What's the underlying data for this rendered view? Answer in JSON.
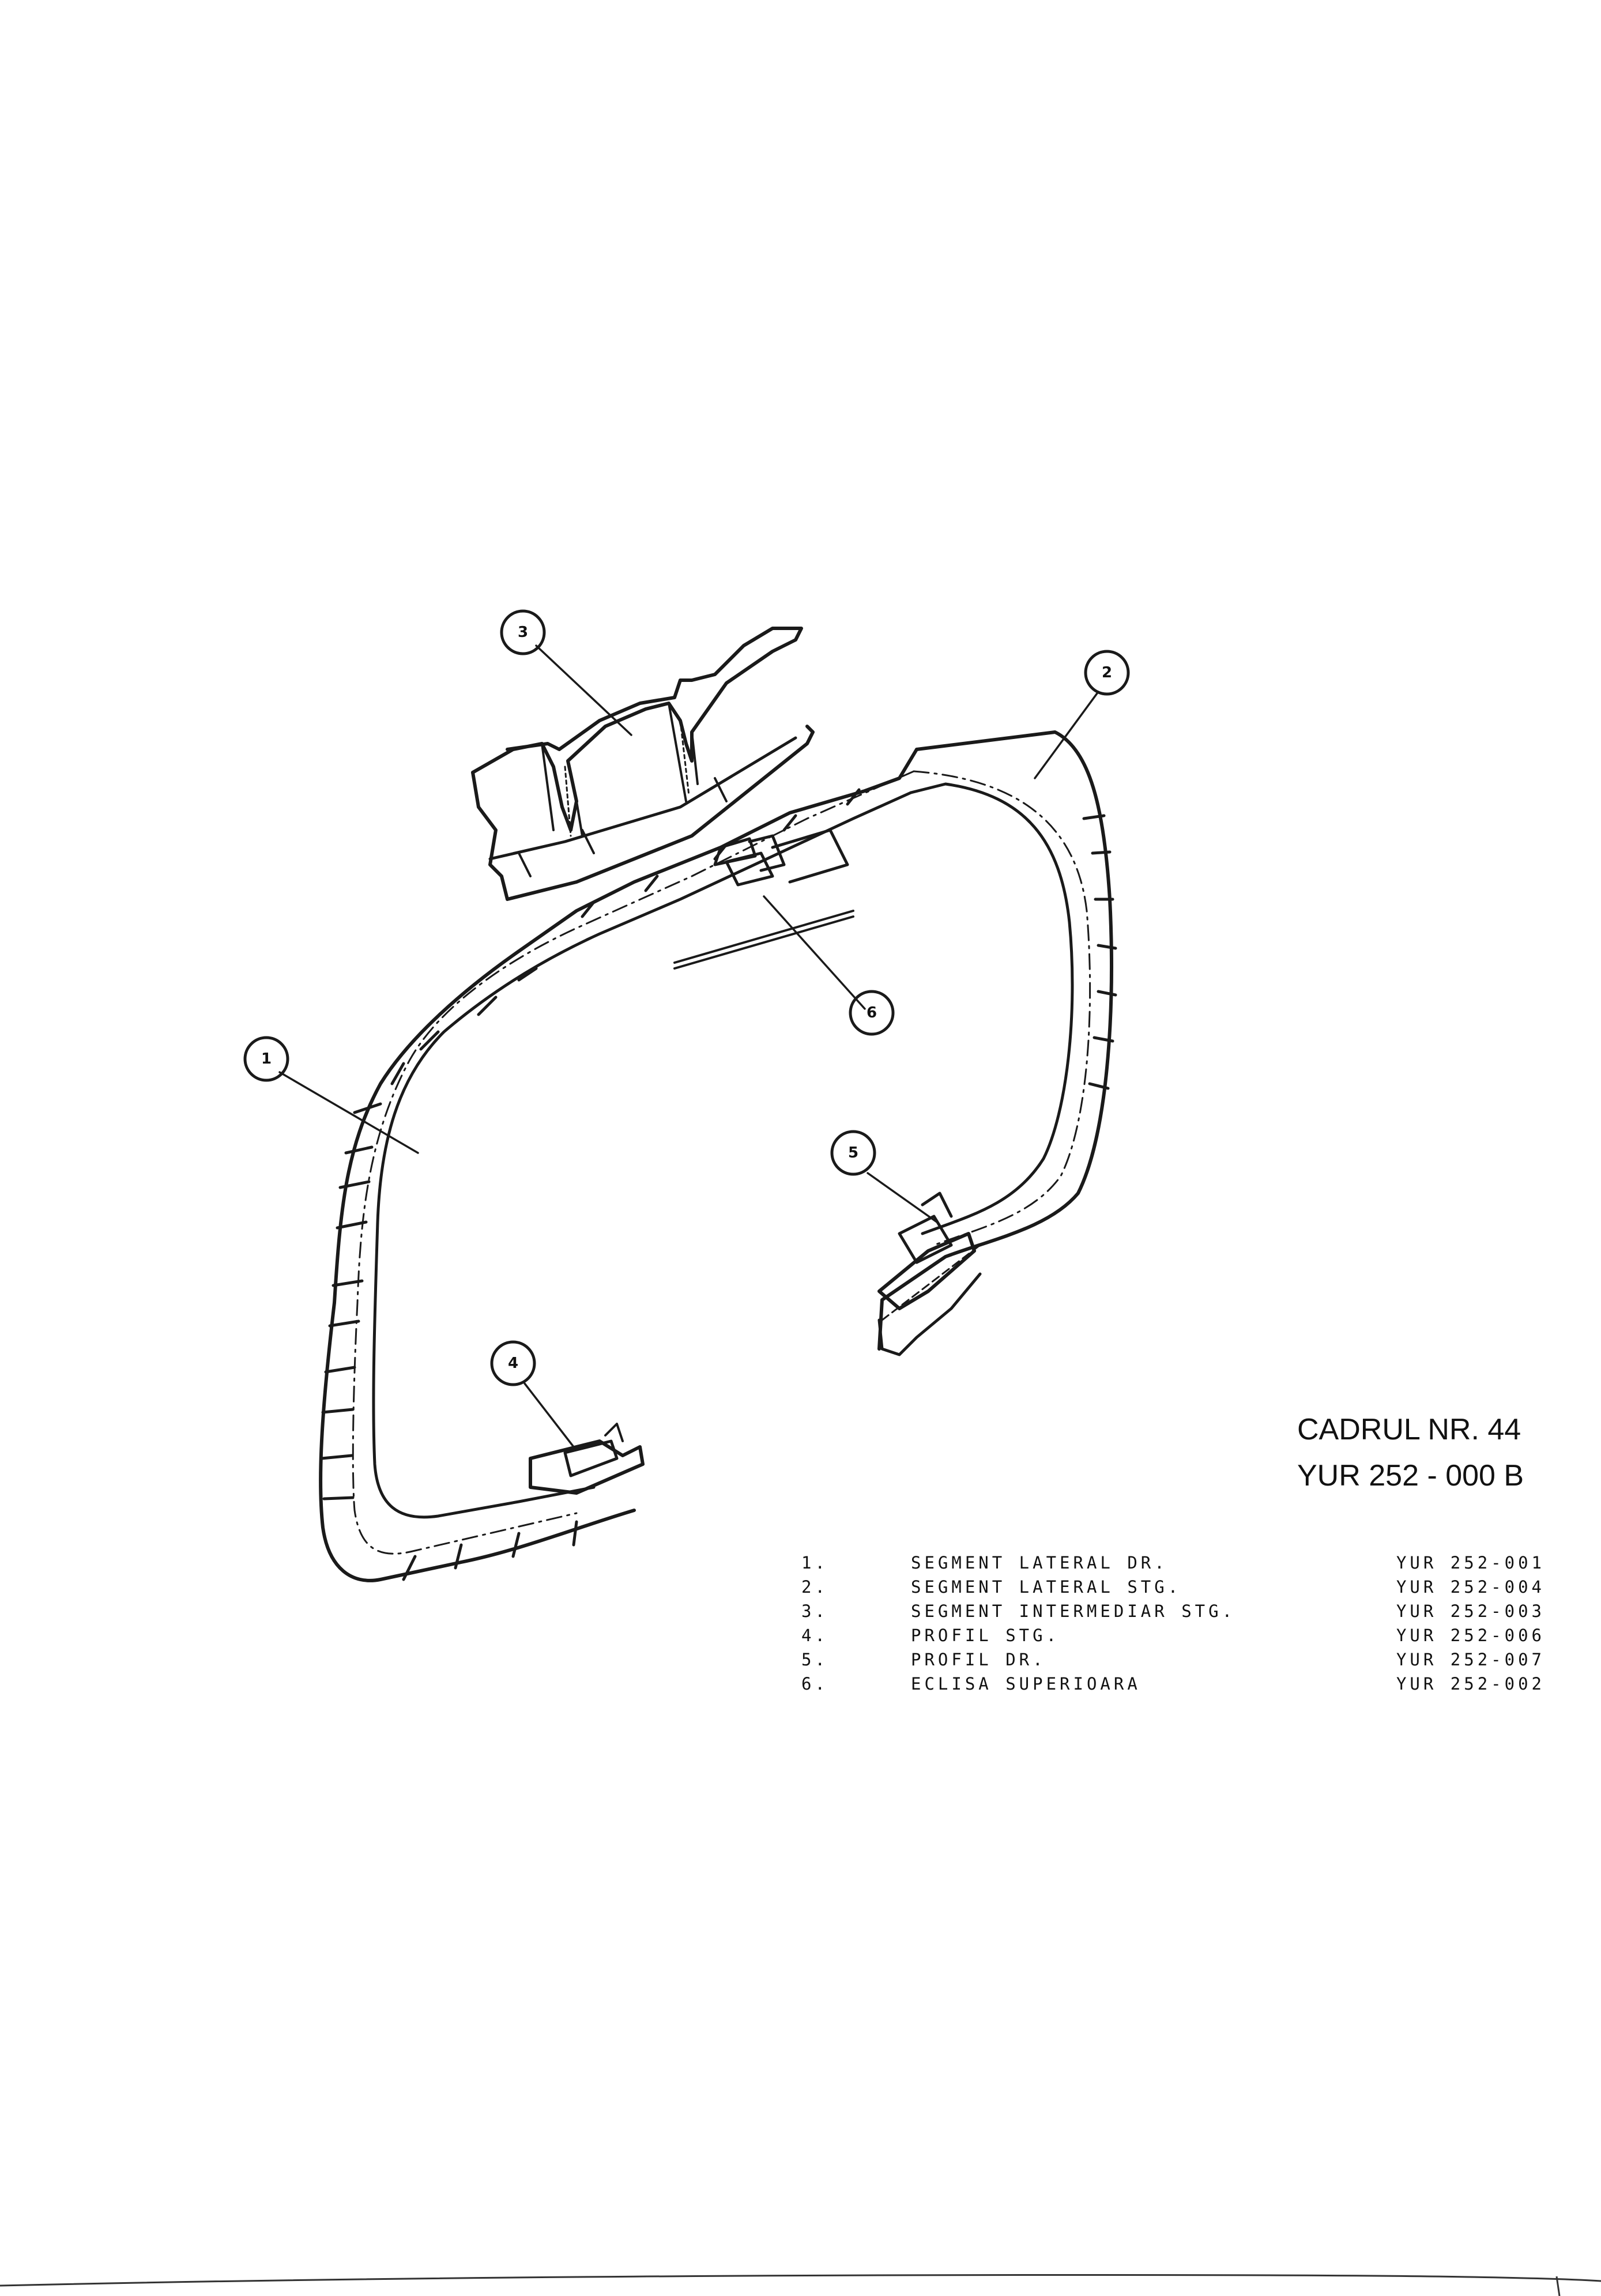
{
  "drawing": {
    "title": "CADRUL NR. 44",
    "code": "YUR 252 - 000  B"
  },
  "callouts": [
    {
      "number": "1"
    },
    {
      "number": "2"
    },
    {
      "number": "3"
    },
    {
      "number": "4"
    },
    {
      "number": "5"
    },
    {
      "number": "6"
    }
  ],
  "parts": [
    {
      "index": "1.",
      "name": "SEGMENT LATERAL DR.",
      "code": "YUR 252-001"
    },
    {
      "index": "2.",
      "name": "SEGMENT LATERAL STG.",
      "code": "YUR 252-004"
    },
    {
      "index": "3.",
      "name": "SEGMENT INTERMEDIAR STG.",
      "code": "YUR 252-003"
    },
    {
      "index": "4.",
      "name": "PROFIL STG.",
      "code": "YUR 252-006"
    },
    {
      "index": "5.",
      "name": "PROFIL DR.",
      "code": "YUR 252-007"
    },
    {
      "index": "6.",
      "name": "ECLISA SUPERIOARA",
      "code": "YUR 252-002"
    }
  ]
}
